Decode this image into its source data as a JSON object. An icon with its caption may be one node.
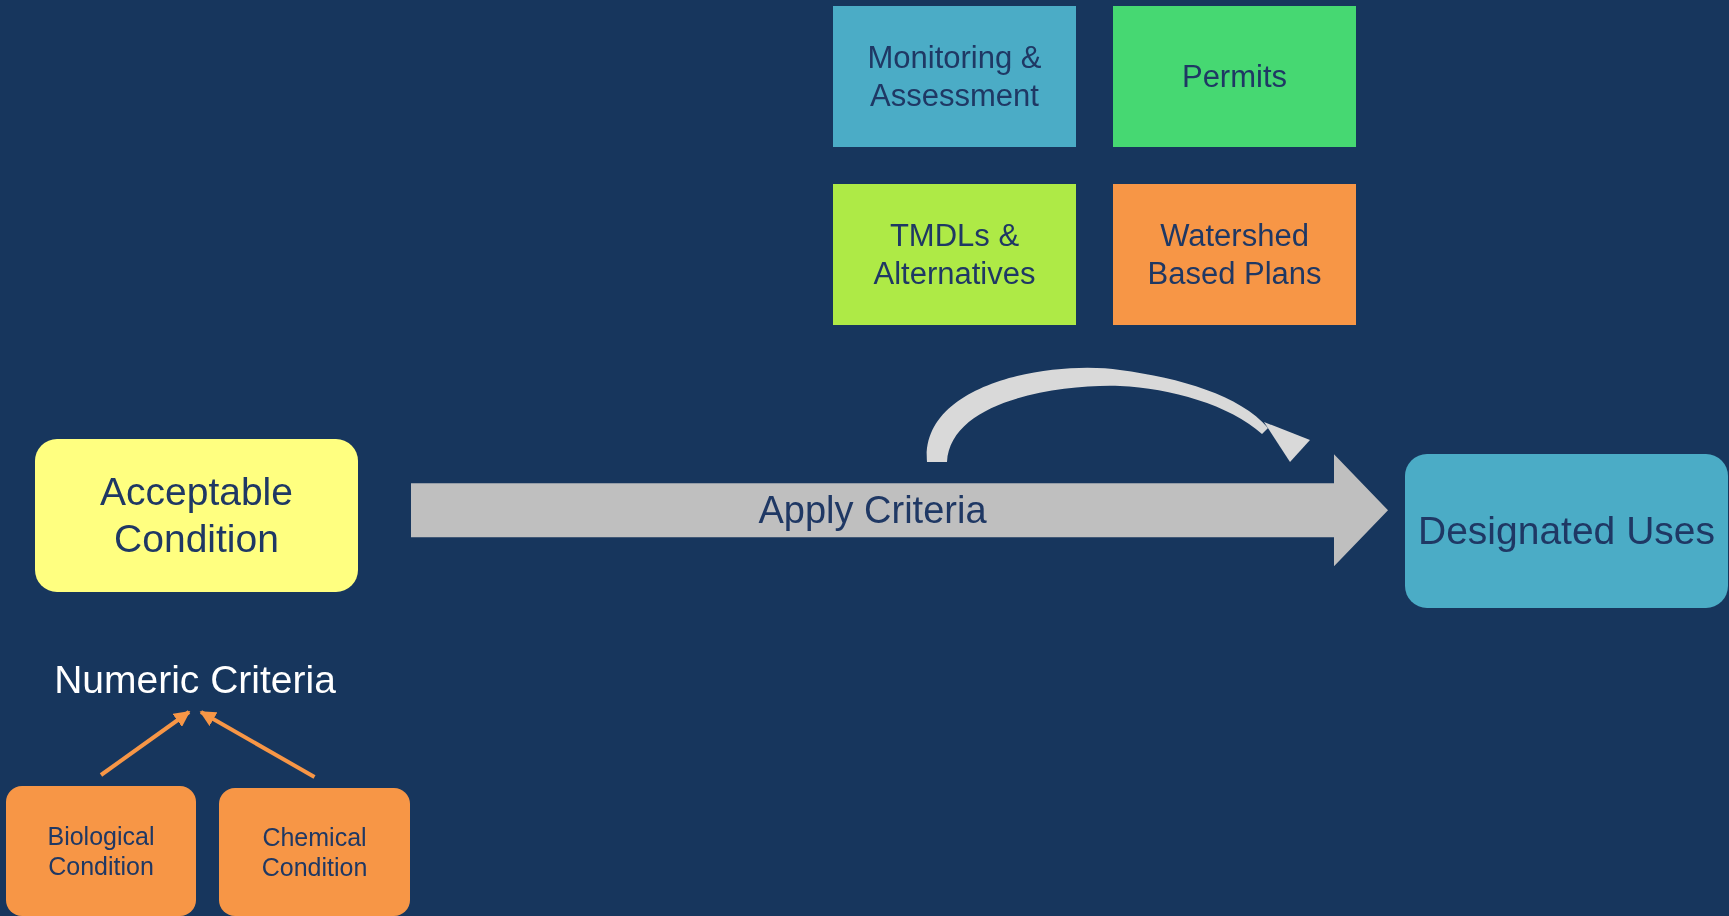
{
  "diagram": {
    "nodes": [
      {
        "text": [
          "Monitoring & Assessment"
        ]
      },
      {
        "text": [
          "Permits"
        ]
      },
      {
        "text": [
          "TMDLs & Alternatives"
        ]
      },
      {
        "text": [
          "Watershed Based Plans"
        ]
      },
      {
        "text": [
          "Acceptable Condition"
        ]
      },
      {
        "text": [
          "Designated Uses"
        ]
      },
      {
        "text": [
          "Numeric Criteria"
        ]
      },
      {
        "text": [
          "Biological Condition"
        ]
      },
      {
        "text": [
          "Chemical Condition"
        ]
      }
    ],
    "edges": [
      {
        "from": 4,
        "to": 5,
        "arrow": "to",
        "label": "Apply Criteria",
        "style": "thick",
        "color": "#bfbfbf"
      },
      {
        "from": 7,
        "to": 6,
        "arrow": "to"
      },
      {
        "from": 8,
        "to": 6,
        "arrow": "to"
      }
    ]
  }
}
